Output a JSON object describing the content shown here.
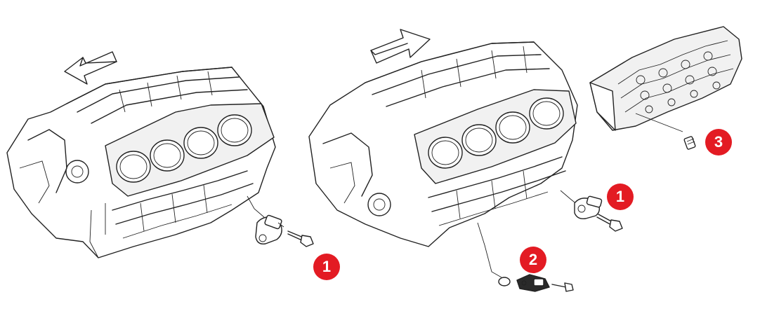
{
  "callouts": {
    "left_block_sensor": "1",
    "right_block_sensor_upper": "1",
    "right_block_sensor_lower": "2",
    "cylinder_head_sensor": "3"
  },
  "colors": {
    "callout_fill": "#e31b23",
    "line_art": "#222222",
    "background": "#ffffff"
  },
  "icons": [
    "direction-arrow-left-icon",
    "direction-arrow-right-icon"
  ]
}
